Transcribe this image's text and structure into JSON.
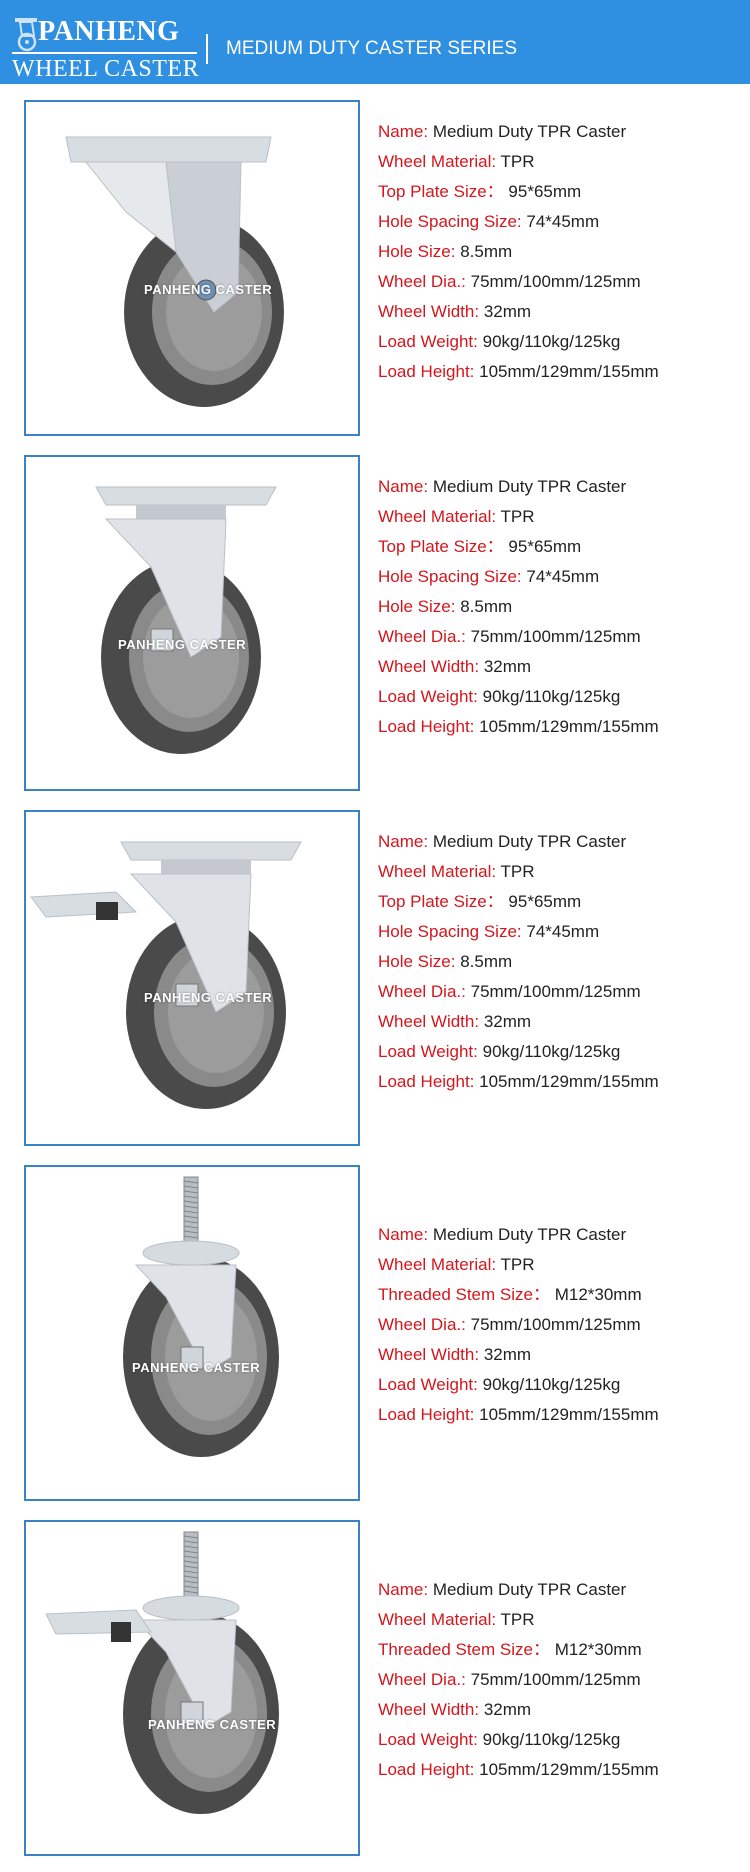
{
  "header": {
    "brand_top": "PANHENG",
    "brand_bottom": "WHEEL CASTER",
    "title": "MEDIUM DUTY CASTER SERIES",
    "logo_icon": "caster-logo-icon"
  },
  "colors": {
    "header_bg": "#2f8fe0",
    "frame_border": "#3b82c4",
    "label_red": "#d4161d",
    "value_text": "#222222"
  },
  "products": [
    {
      "image": {
        "icon": "rigid-caster-image",
        "watermark": "PANHENG   CASTER"
      },
      "specs": [
        {
          "label": "Name:",
          "value": "Medium Duty TPR Caster"
        },
        {
          "label": "Wheel Material:",
          "value": "TPR"
        },
        {
          "label": "Top Plate Size：",
          "value": "95*65mm"
        },
        {
          "label": "Hole Spacing Size:",
          "value": "74*45mm"
        },
        {
          "label": "Hole Size:",
          "value": "8.5mm"
        },
        {
          "label": "Wheel Dia.:",
          "value": "75mm/100mm/125mm"
        },
        {
          "label": "Wheel Width:",
          "value": "32mm"
        },
        {
          "label": "Load Weight:",
          "value": "90kg/110kg/125kg"
        },
        {
          "label": "Load Height:",
          "value": "105mm/129mm/155mm"
        }
      ]
    },
    {
      "image": {
        "icon": "swivel-caster-image",
        "watermark": "PANHENG   CASTER"
      },
      "specs": [
        {
          "label": "Name:",
          "value": "Medium Duty TPR Caster"
        },
        {
          "label": "Wheel Material:",
          "value": "TPR"
        },
        {
          "label": "Top Plate Size：",
          "value": "95*65mm"
        },
        {
          "label": "Hole Spacing Size:",
          "value": "74*45mm"
        },
        {
          "label": "Hole Size:",
          "value": "8.5mm"
        },
        {
          "label": "Wheel Dia.:",
          "value": "75mm/100mm/125mm"
        },
        {
          "label": "Wheel Width:",
          "value": "32mm"
        },
        {
          "label": "Load Weight:",
          "value": "90kg/110kg/125kg"
        },
        {
          "label": "Load Height:",
          "value": "105mm/129mm/155mm"
        }
      ]
    },
    {
      "image": {
        "icon": "swivel-brake-caster-image",
        "watermark": "PANHENG   CASTER"
      },
      "specs": [
        {
          "label": "Name:",
          "value": "Medium Duty TPR Caster"
        },
        {
          "label": "Wheel Material:",
          "value": "TPR"
        },
        {
          "label": "Top Plate Size：",
          "value": "95*65mm"
        },
        {
          "label": "Hole Spacing Size:",
          "value": "74*45mm"
        },
        {
          "label": "Hole Size:",
          "value": "8.5mm"
        },
        {
          "label": "Wheel Dia.:",
          "value": "75mm/100mm/125mm"
        },
        {
          "label": "Wheel Width:",
          "value": "32mm"
        },
        {
          "label": "Load Weight:",
          "value": "90kg/110kg/125kg"
        },
        {
          "label": "Load Height:",
          "value": "105mm/129mm/155mm"
        }
      ]
    },
    {
      "image": {
        "icon": "threaded-stem-caster-image",
        "watermark": "PANHENG   CASTER"
      },
      "specs": [
        {
          "label": "Name:",
          "value": "Medium Duty TPR Caster"
        },
        {
          "label": "Wheel Material:",
          "value": "TPR"
        },
        {
          "label": "Threaded Stem Size：",
          "value": "M12*30mm"
        },
        {
          "label": "Wheel Dia.:",
          "value": "75mm/100mm/125mm"
        },
        {
          "label": "Wheel Width:",
          "value": "32mm"
        },
        {
          "label": "Load Weight:",
          "value": "90kg/110kg/125kg"
        },
        {
          "label": "Load Height:",
          "value": "105mm/129mm/155mm"
        }
      ]
    },
    {
      "image": {
        "icon": "threaded-stem-brake-caster-image",
        "watermark": "PANHENG   CASTER"
      },
      "specs": [
        {
          "label": "Name:",
          "value": "Medium Duty TPR Caster"
        },
        {
          "label": "Wheel Material:",
          "value": "TPR"
        },
        {
          "label": "Threaded Stem Size：",
          "value": "M12*30mm"
        },
        {
          "label": "Wheel Dia.:",
          "value": "75mm/100mm/125mm"
        },
        {
          "label": "Wheel Width:",
          "value": "32mm"
        },
        {
          "label": "Load Weight:",
          "value": "90kg/110kg/125kg"
        },
        {
          "label": "Load Height:",
          "value": "105mm/129mm/155mm"
        }
      ]
    }
  ]
}
